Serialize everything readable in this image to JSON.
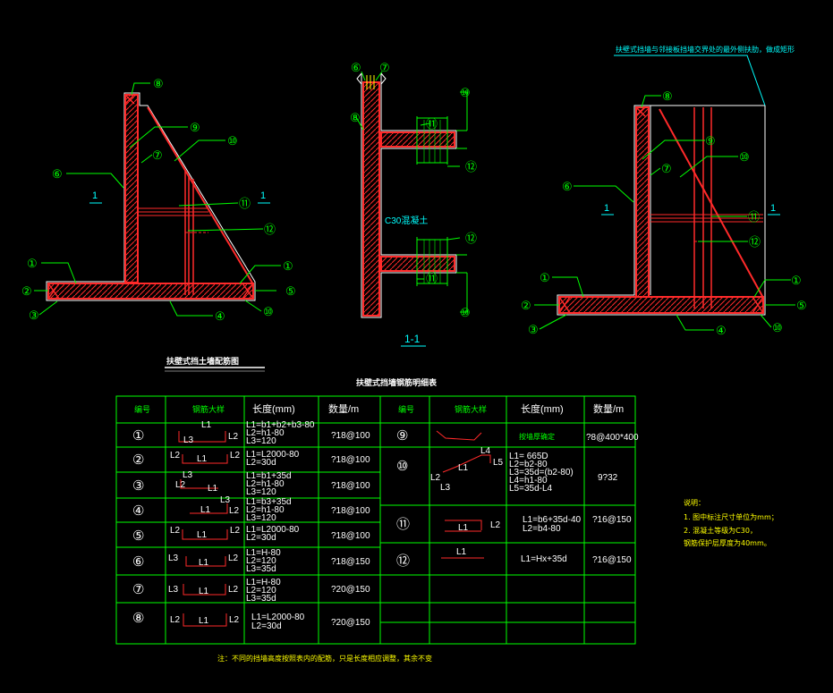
{
  "titles": {
    "left_drawing": "扶壁式挡土墙配筋图",
    "table": "扶壁式挡墙钢筋明细表",
    "section": "1-1",
    "top_note": "扶壁式挡墙与邻接板挡墙交界处的最外侧扶肋，做成矩形",
    "concrete": "C30混凝土",
    "bottom_note": "注：不同的挡墙高度按照表内的配筋，只是长度相应调整，其余不变"
  },
  "section_marks": {
    "left": "1",
    "right": "1"
  },
  "callouts": [
    "①",
    "②",
    "③",
    "④",
    "⑤",
    "⑥",
    "⑦",
    "⑧",
    "⑨",
    "⑩",
    "⑪",
    "⑫"
  ],
  "table_headers": {
    "no": "编号",
    "shape": "钢筋大样",
    "length": "长度(mm)",
    "qty": "数量/m"
  },
  "rows_left": [
    {
      "no": "①",
      "labels": [
        "L1",
        "L2",
        "L3"
      ],
      "length": [
        "L1=b1+b2+b3-80",
        "L2=h1-80",
        "L3=120"
      ],
      "qty": "?18@100"
    },
    {
      "no": "②",
      "labels": [
        "L2",
        "L1",
        "L2"
      ],
      "length": [
        "L1=L2000-80",
        "L2=30d"
      ],
      "qty": "?18@100"
    },
    {
      "no": "③",
      "labels": [
        "L3",
        "L2",
        "L1"
      ],
      "length": [
        "L1=b1+35d",
        "L2=h1-80",
        "L3=120"
      ],
      "qty": "?18@100"
    },
    {
      "no": "④",
      "labels": [
        "L3",
        "L1",
        "L2"
      ],
      "length": [
        "L1=b3+35d",
        "L2=h1-80",
        "L3=120"
      ],
      "qty": "?18@100"
    },
    {
      "no": "⑤",
      "labels": [
        "L2",
        "L1",
        "L2"
      ],
      "length": [
        "L1=L2000-80",
        "L2=30d"
      ],
      "qty": "?18@100"
    },
    {
      "no": "⑥",
      "labels": [
        "L3",
        "L1",
        "L2"
      ],
      "length": [
        "L1=H-80",
        "L2=120",
        "L3=35d"
      ],
      "qty": "?18@150"
    },
    {
      "no": "⑦",
      "labels": [
        "L3",
        "L1",
        "L2"
      ],
      "length": [
        "L1=H-80",
        "L2=120",
        "L3=35d"
      ],
      "qty": "?20@150"
    },
    {
      "no": "⑧",
      "labels": [
        "L2",
        "L1",
        "L2"
      ],
      "length": [
        "L1=L2000-80",
        "L2=30d"
      ],
      "qty": "?20@150"
    }
  ],
  "rows_right": [
    {
      "no": "⑨",
      "labels": [],
      "length": [
        "按墙厚确定"
      ],
      "qty": "?8@400*400"
    },
    {
      "no": "⑩",
      "labels": [
        "L4",
        "L5",
        "L1",
        "L2",
        "L3"
      ],
      "length": [
        "L1= 665D",
        "L2=b2-80",
        "L3=35d=(b2-80)",
        "L4=h1-80",
        "L5=35d-L4"
      ],
      "qty": "9?32"
    },
    {
      "no": "⑪",
      "labels": [
        "L1",
        "L2"
      ],
      "length": [
        "L1=b6+35d-40",
        "L2=b4-80"
      ],
      "qty": "?16@150"
    },
    {
      "no": "⑫",
      "labels": [
        "L1"
      ],
      "length": [
        "L1=Hx+35d"
      ],
      "qty": "?16@150"
    }
  ],
  "notes": {
    "title": "说明：",
    "lines": [
      "1. 图中标注尺寸单位为mm；",
      "2. 混凝土等级为C30，",
      "   钢筋保护层厚度为40mm。"
    ]
  },
  "colors": {
    "background": "#000000",
    "concrete_outline": "#ffffff",
    "rebar": "#ff0000",
    "leader": "#00ff00",
    "section_mark": "#00ffff",
    "table_line": "#00ff00",
    "note_text": "#ffff00"
  }
}
